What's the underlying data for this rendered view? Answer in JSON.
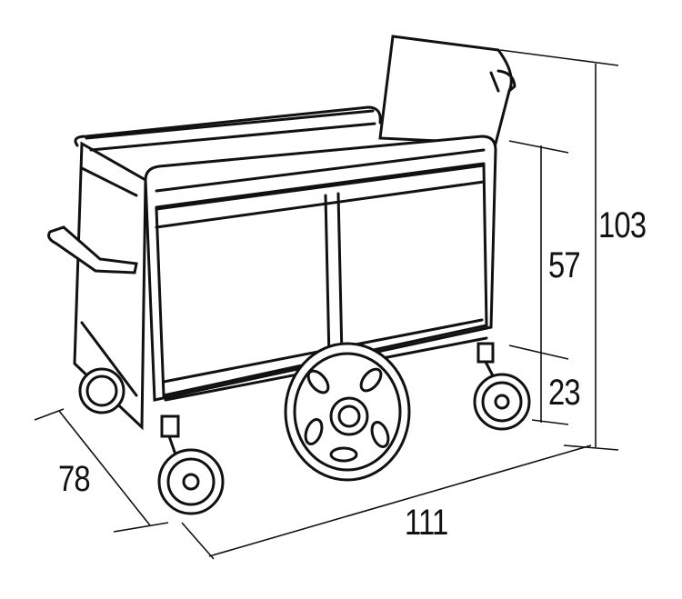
{
  "dimensions": {
    "total_height": "103",
    "basket_height": "57",
    "ground_clearance": "23",
    "width": "78",
    "length": "111"
  }
}
